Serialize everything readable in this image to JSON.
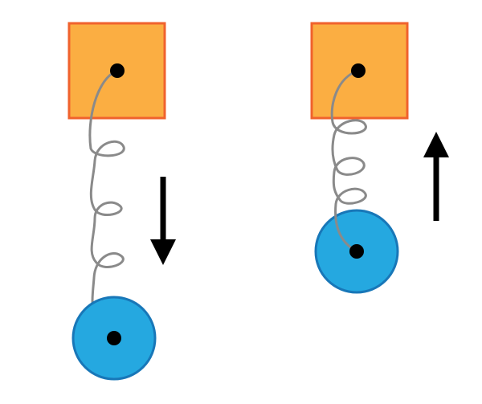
{
  "diagram": {
    "panels": [
      {
        "name": "extended-spring",
        "motion": "down",
        "spring_coils": 3
      },
      {
        "name": "compressed-spring",
        "motion": "up",
        "spring_coils": 3
      }
    ]
  },
  "colors": {
    "anchor_fill": "#FBAE42",
    "anchor_stroke": "#F0622D",
    "mass_fill": "#25A8E0",
    "mass_stroke": "#1877B8",
    "spring": "#8A8A8A",
    "pivot": "#000000",
    "arrow": "#000000",
    "background": "#FFFFFF"
  },
  "icons": {
    "anchor": "square-anchor-icon",
    "mass": "circle-mass-icon",
    "motion_down": "arrow-down-icon",
    "motion_up": "arrow-up-icon"
  }
}
